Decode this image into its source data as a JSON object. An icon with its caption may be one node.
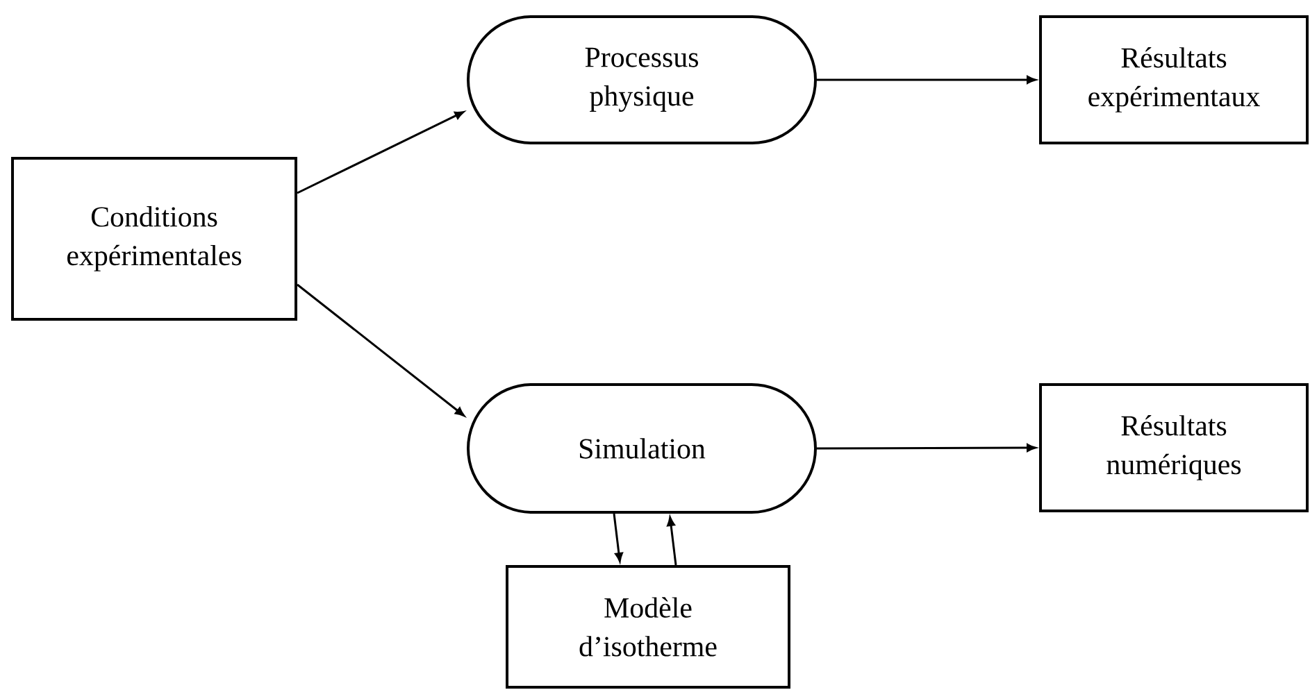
{
  "diagram": {
    "nodes": [
      {
        "text": [
          "Conditions expérimentales"
        ]
      },
      {
        "text": [
          "Processus physique"
        ]
      },
      {
        "text": [
          "Résultats expérimentaux"
        ]
      },
      {
        "text": [
          "Simulation"
        ]
      },
      {
        "text": [
          "Résultats numériques"
        ]
      },
      {
        "text": [
          "Modèle d’isotherme"
        ]
      }
    ],
    "edges": [
      {
        "from": 0,
        "to": 1,
        "arrow": "to"
      },
      {
        "from": 0,
        "to": 3,
        "arrow": "to"
      },
      {
        "from": 1,
        "to": 2,
        "arrow": "to"
      },
      {
        "from": 3,
        "to": 4,
        "arrow": "to"
      },
      {
        "from": 3,
        "to": 5,
        "arrow": "to"
      },
      {
        "from": 5,
        "to": 3,
        "arrow": "to"
      }
    ]
  }
}
